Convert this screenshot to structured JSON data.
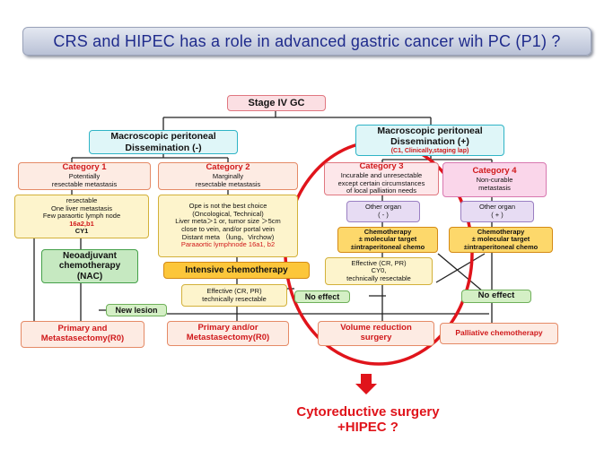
{
  "title": "CRS and HIPEC has a role in advanced gastric cancer wih PC (P1) ?",
  "stage": "Stage IV GC",
  "macro_neg": {
    "line1": "Macroscopic peritoneal",
    "line2": "Dissemination (-)"
  },
  "macro_pos": {
    "line1": "Macroscopic peritoneal",
    "line2": "Dissemination (+)",
    "line3": "(C1, Clinically,staging lap)"
  },
  "cat1": {
    "head": "Category 1",
    "sub1": "Potentially",
    "sub2": "resectable metastasis",
    "d1": "resectable",
    "d2": "One liver metastasis",
    "d3": "Few paraortic lymph node",
    "d4": "16a2,b1",
    "d5": "CY1"
  },
  "cat2": {
    "head": "Category 2",
    "sub1": "Marginally",
    "sub2": "resectable metastasis",
    "d1": "Ope is not the best choice",
    "d2": "(Oncological, Technical)",
    "d3": "Liver meta＞1 or, tumor size ＞5cm",
    "d4": "close to vein, and/or portal vein",
    "d5": "Distant meta （lung、Virchow)",
    "d6": "Paraaortic lymphnode 16a1, b2"
  },
  "cat3": {
    "head": "Category 3",
    "sub1": "Incurable and unresectable",
    "sub2": "except certain circumstances",
    "sub3": "of local palliation needs"
  },
  "cat4": {
    "head": "Category 4",
    "sub1": "Non-curable",
    "sub2": "metastasis"
  },
  "nac": {
    "line1": "Neoadjuvant",
    "line2": "chemotherapy",
    "line3": "(NAC)"
  },
  "intensive": "Intensive chemotherapy",
  "effective2": {
    "line1": "Effective (CR, PR)",
    "line2": "technically resectable"
  },
  "other3": {
    "line1": "Other organ",
    "line2": "( - )"
  },
  "other4": {
    "line1": "Other organ",
    "line2": "( + )"
  },
  "chemo3": {
    "line1": "Chemotherapy",
    "line2": "± molecular target",
    "line3": "±intraperitoneal chemo"
  },
  "chemo4": {
    "line1": "Chemotherapy",
    "line2": "± molecular target",
    "line3": "±intraperitoneal chemo"
  },
  "effective3": {
    "line1": "Effective (CR, PR)",
    "line2": "CY0,",
    "line3": "technically resectable"
  },
  "no_effect_1": "No effect",
  "no_effect_2": "No effect",
  "new_lesion": "New lesion",
  "out1": {
    "line1": "Primary and",
    "line2": "Metastasectomy(R0)"
  },
  "out2": {
    "line1": "Primary and/or",
    "line2": "Metastasectomy(R0)"
  },
  "out3": {
    "line1": "Volume reduction",
    "line2": "surgery"
  },
  "out4": "Palliative chemotherapy",
  "question": {
    "line1": "Cytoreductive surgery",
    "line2": "+HIPEC ?"
  },
  "colors": {
    "title_text": "#1f2b8c",
    "highlight": "#e0141b"
  }
}
